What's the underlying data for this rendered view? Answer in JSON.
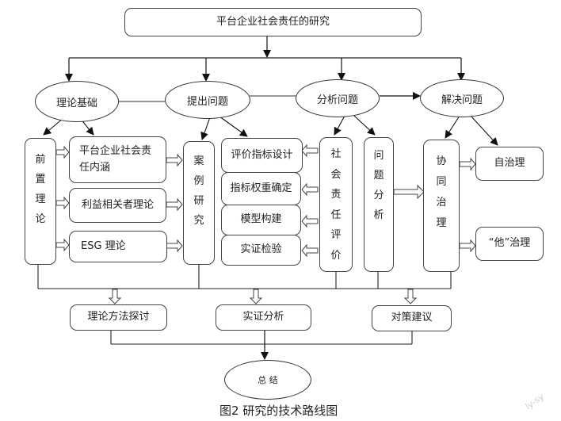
{
  "title_box": "平台企业社会责任的研究",
  "stages": [
    {
      "label": "理论基础"
    },
    {
      "label": "提出问题"
    },
    {
      "label": "分析问题"
    },
    {
      "label": "解决问题"
    }
  ],
  "theory": {
    "column": "前置理论",
    "items": [
      "平台企业社会责任内涵",
      "利益相关者理论",
      "ESG 理论"
    ]
  },
  "case_study": "案例研究",
  "evaluation": {
    "items": [
      "评价指标设计",
      "指标权重确定",
      "模型构建",
      "实证检验"
    ],
    "column": "社会责任评价"
  },
  "problem_analysis": "问题分析",
  "governance": {
    "column": "协同治理",
    "items": [
      "自治理",
      "“他”治理"
    ]
  },
  "outputs": [
    "理论方法探讨",
    "实证分析",
    "对策建议"
  ],
  "summary": "总 结",
  "caption": "图2  研究的技术路线图",
  "watermark": "ly-sy"
}
